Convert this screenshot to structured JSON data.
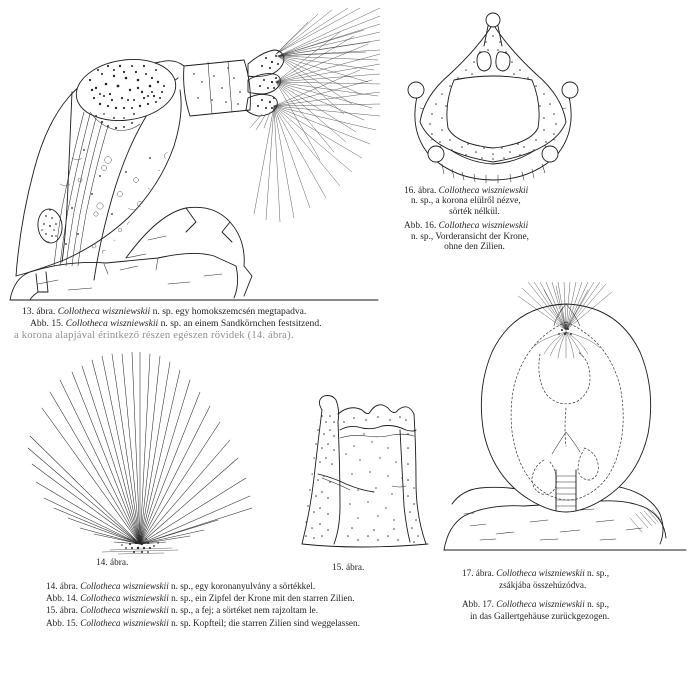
{
  "page": {
    "kind": "scientific-plate",
    "species": "Collotheca wiszniewskii",
    "background_color": "#ffffff",
    "ink_color": "#1a1a1a"
  },
  "figures": [
    {
      "id": "fig13",
      "label": "13. ábra.",
      "description": "Whole animal attached to a sand grain, corona expanded with long setae"
    },
    {
      "id": "fig16",
      "label": "16. ábra.",
      "description": "Corona seen from the front, without setae"
    },
    {
      "id": "fig14",
      "label": "14. ábra.",
      "description": "One coronal lobe with its stiff setae, fan of long bristles"
    },
    {
      "id": "fig15",
      "label": "15. ábra.",
      "description": "Head portion, setae not drawn"
    },
    {
      "id": "fig17",
      "label": "17. ábra.",
      "description": "Animal retracted into its gelatinous case, resting on a sand grain"
    }
  ],
  "captions": {
    "fig13": {
      "hu": [
        {
          "num": "13. ábra.",
          "sp_italic": "Collotheca wiszniewskii",
          "rest": "n. sp. egy homokszemcsén megtapadva."
        }
      ],
      "de": [
        {
          "num": "Abb. 15.",
          "sp_italic": "Collotheca wiszniewskii",
          "rest": "n. sp. an einem Sandkörnchen festsitzend."
        }
      ],
      "bleed_line": "a korona alapjával érintkező részen egészen rövidek (14. ábra)."
    },
    "fig16": {
      "hu": {
        "num": "16. ábra.",
        "sp_italic": "Collotheca wiszniewskii",
        "line2": "n. sp., a korona elülről nézve,",
        "line3": "sörték nélkül."
      },
      "de": {
        "num": "Abb. 16.",
        "sp_italic": "Collotheca wiszniewskii",
        "line2": "n. sp., Vorderansicht der Krone,",
        "line3": "ohne den Zilien."
      }
    },
    "fig14_short": "14. ábra.",
    "fig15_short": "15. ábra.",
    "fig14_15_block": [
      {
        "num": "14. ábra.",
        "sp_italic": "Collotheca wiszniewskii",
        "rest": "n. sp., egy koronanyulvány a sörtékkel."
      },
      {
        "num": "Abb. 14.",
        "sp_italic": "Collotheca wiszniewskii",
        "rest": "n. sp., ein Zipfel der Krone mit den starren Zilien."
      },
      {
        "num": "15. ábra.",
        "sp_italic": "Collotheca wiszniewskii",
        "rest": "n. sp., a fej; a sörtéket nem rajzoltam le."
      },
      {
        "num": "Abb. 15.",
        "sp_italic": "Collotheca wiszniewskii",
        "rest": "n. sp. Kopfteil; die starren Zilien sind weggelassen."
      }
    ],
    "fig17": {
      "hu": {
        "num": "17. ábra.",
        "sp_italic": "Collotheca wiszniewskii",
        "tail": "n. sp.,",
        "line2": "zsákjába összehúzódva."
      },
      "de": {
        "num": "Abb. 17.",
        "sp_italic": "Collotheca wiszniewskii",
        "tail": "n. sp.,",
        "line2": "in das Gallertgehäuse zurückgezogen."
      }
    }
  }
}
